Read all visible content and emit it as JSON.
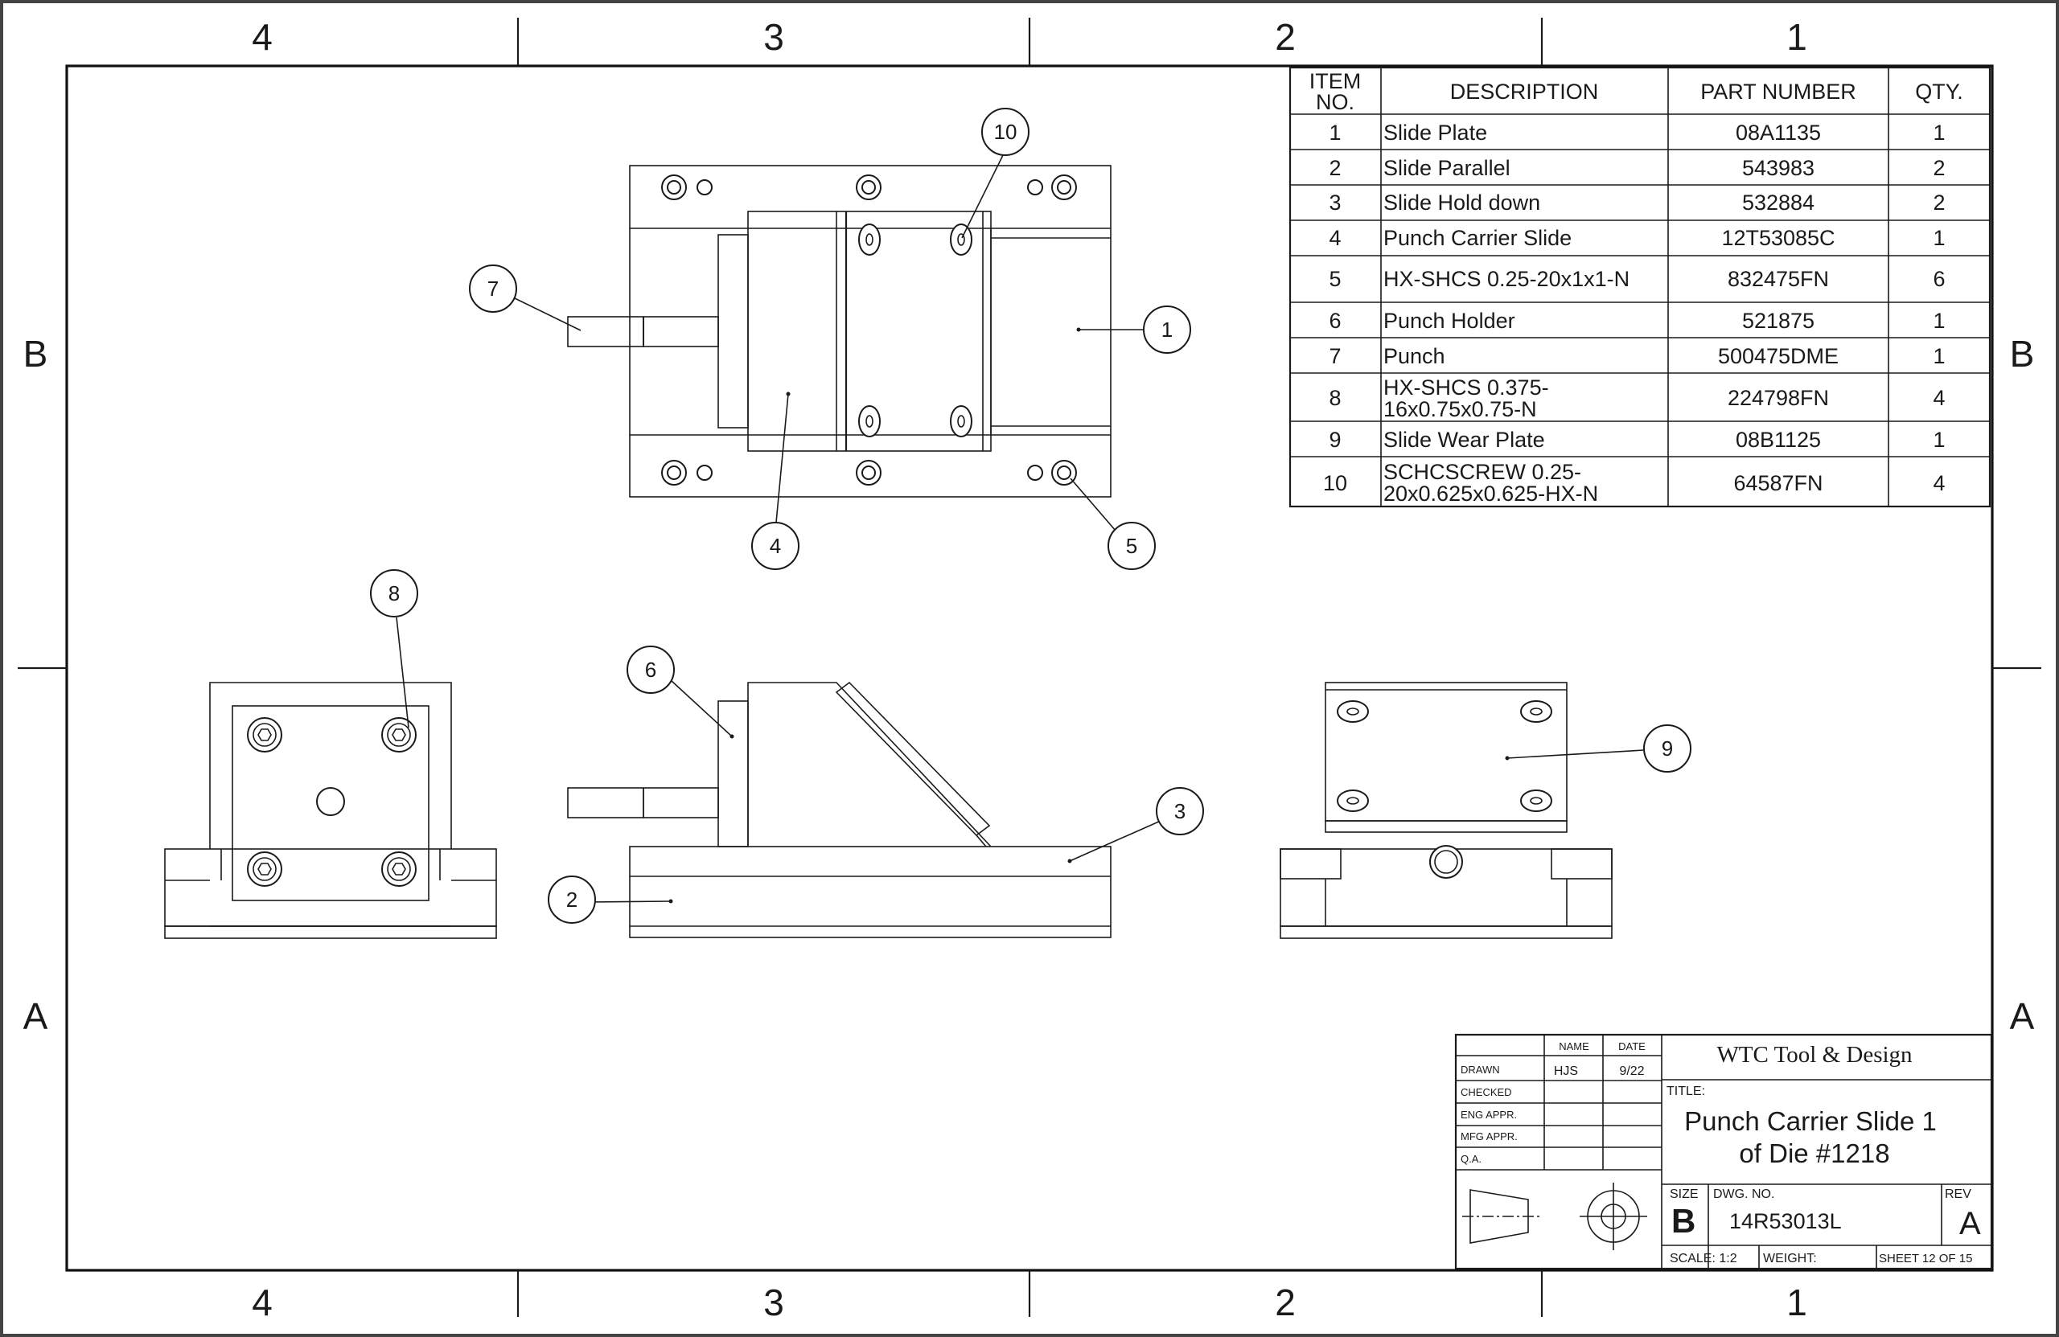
{
  "zones": {
    "columns": [
      "4",
      "3",
      "2",
      "1"
    ],
    "rows": [
      "B",
      "A"
    ]
  },
  "bom": {
    "headers": {
      "item_line1": "ITEM",
      "item_line2": "NO.",
      "description": "DESCRIPTION",
      "part_number": "PART NUMBER",
      "qty": "QTY."
    },
    "rows": [
      {
        "item": "1",
        "description": "Slide Plate",
        "part_number": "08A1135",
        "qty": "1"
      },
      {
        "item": "2",
        "description": "Slide Parallel",
        "part_number": "543983",
        "qty": "2"
      },
      {
        "item": "3",
        "description": "Slide Hold down",
        "part_number": "532884",
        "qty": "2"
      },
      {
        "item": "4",
        "description": "Punch Carrier Slide",
        "part_number": "12T53085C",
        "qty": "1"
      },
      {
        "item": "5",
        "description": "HX-SHCS 0.25-20x1x1-N",
        "part_number": "832475FN",
        "qty": "6"
      },
      {
        "item": "6",
        "description": "Punch Holder",
        "part_number": "521875",
        "qty": "1"
      },
      {
        "item": "7",
        "description": "Punch",
        "part_number": "500475DME",
        "qty": "1"
      },
      {
        "item": "8",
        "description_line1": "HX-SHCS 0.375-",
        "description_line2": "16x0.75x0.75-N",
        "part_number": "224798FN",
        "qty": "4"
      },
      {
        "item": "9",
        "description": "Slide Wear Plate",
        "part_number": "08B1125",
        "qty": "1"
      },
      {
        "item": "10",
        "description_line1": "SCHCSCREW 0.25-",
        "description_line2": "20x0.625x0.625-HX-N",
        "part_number": "64587FN",
        "qty": "4"
      }
    ]
  },
  "balloons": [
    "1",
    "2",
    "3",
    "4",
    "5",
    "6",
    "7",
    "8",
    "9",
    "10"
  ],
  "title_block": {
    "company": "WTC Tool & Design",
    "col_name": "NAME",
    "col_date": "DATE",
    "rows": [
      {
        "label": "DRAWN",
        "name": "HJS",
        "date": "9/22"
      },
      {
        "label": "CHECKED",
        "name": "",
        "date": ""
      },
      {
        "label": "ENG APPR.",
        "name": "",
        "date": ""
      },
      {
        "label": "MFG APPR.",
        "name": "",
        "date": ""
      },
      {
        "label": "Q.A.",
        "name": "",
        "date": ""
      }
    ],
    "title_label": "TITLE:",
    "title_line1": "Punch Carrier Slide 1",
    "title_line2": "of Die #1218",
    "size_label": "SIZE",
    "size_value": "B",
    "dwg_label": "DWG.  NO.",
    "dwg_value": "14R53013L",
    "rev_label": "REV",
    "rev_value": "A",
    "scale": "SCALE: 1:2",
    "weight": "WEIGHT:",
    "sheet": "SHEET 12 OF 15"
  },
  "colors": {
    "line": "#1a1a1a",
    "background": "#ffffff"
  }
}
